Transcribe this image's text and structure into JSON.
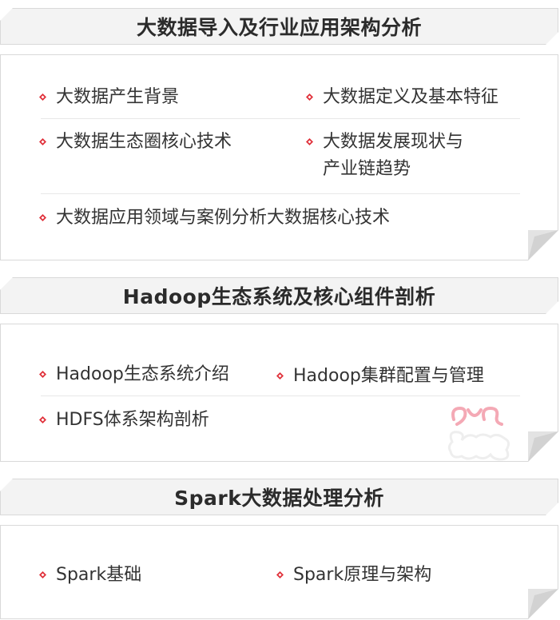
{
  "sections": [
    {
      "title": "大数据导入及行业应用架构分析",
      "items": [
        "大数据产生背景",
        "大数据定义及基本特征",
        "大数据生态圈核心技术",
        "大数据发展现状与",
        "产业链趋势",
        "大数据应用领域与案例分析大数据核心技术"
      ]
    },
    {
      "title": "Hadoop生态系统及核心组件剖析",
      "items": [
        "Hadoop生态系统介绍",
        "Hadoop集群配置与管理",
        "HDFS体系架构剖析"
      ]
    },
    {
      "title": "Spark大数据处理分析",
      "items": [
        "Spark基础",
        "Spark原理与架构"
      ]
    }
  ],
  "colors": {
    "bullet": "#e0303a",
    "accent_light": "#f4a9b5"
  },
  "icons": {
    "bullet": "red-diamond-bullet-icon",
    "fold": "page-fold-icon",
    "watermark": "logo-watermark"
  }
}
